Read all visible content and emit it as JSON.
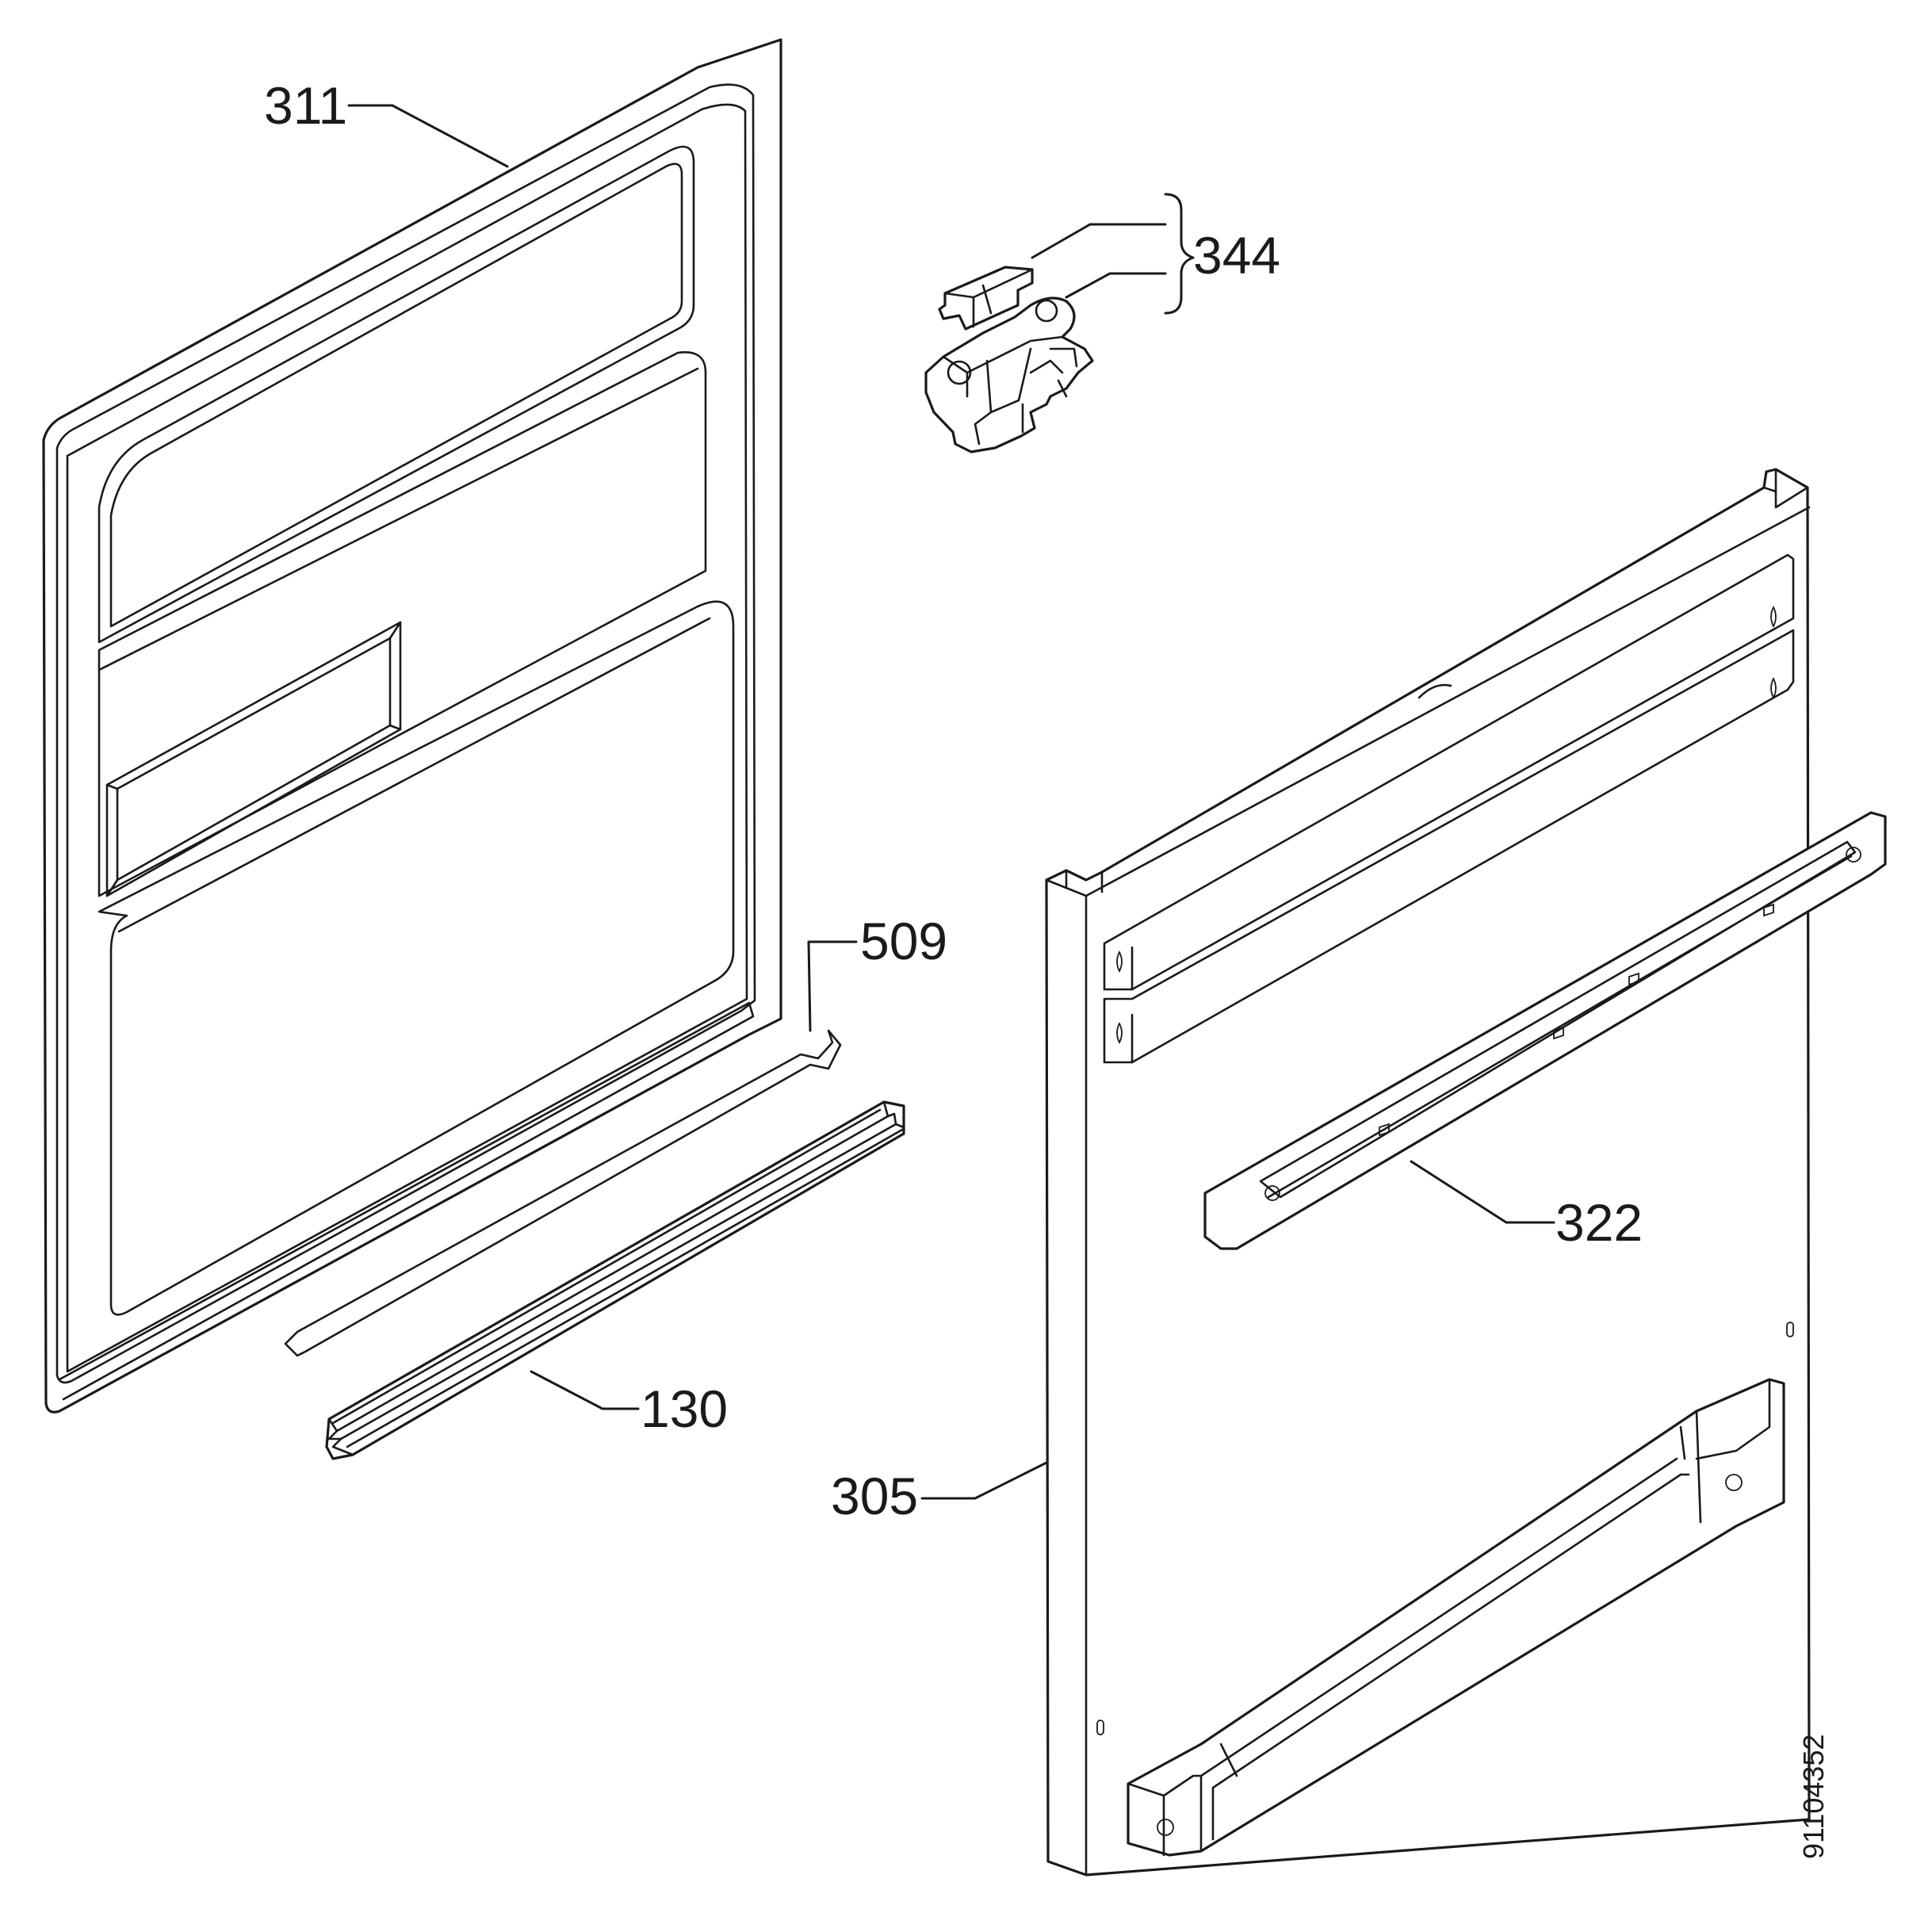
{
  "callouts": {
    "door_inner_panel": "311",
    "lock_assembly": "344",
    "hinge_spring_rod": "509",
    "door_seal": "130",
    "door_outer_panel": "305",
    "handle_rail": "322"
  },
  "drawing_number": "91104352"
}
